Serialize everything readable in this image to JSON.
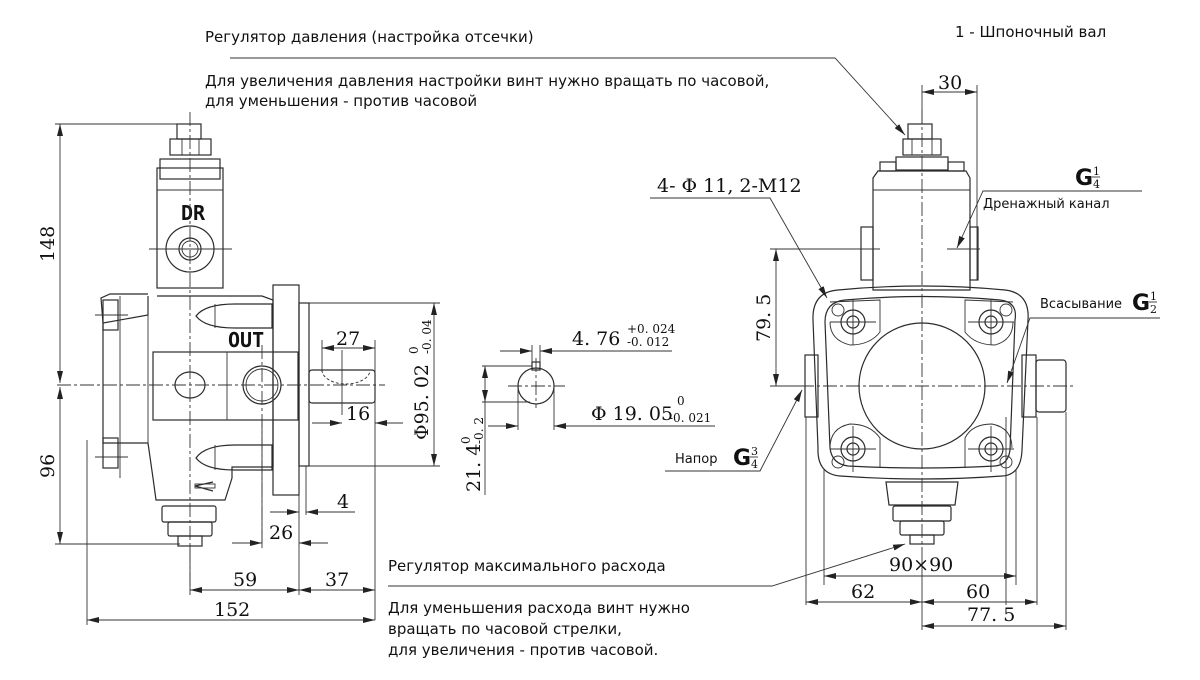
{
  "title_note": "1 - Шпоночный вал",
  "pressure_regulator": {
    "heading": "Регулятор давления (настройка отсечки)",
    "line1": "Для увеличения давления настройки винт нужно вращать по часовой,",
    "line2": "для уменьшения - против часовой"
  },
  "flow_regulator": {
    "heading": "Регулятор максимального расхода",
    "line1": "Для уменьшения расхода винт нужно",
    "line2": "вращать по часовой стрелки,",
    "line3": "для увеличения - против часовой."
  },
  "side_view": {
    "port_dr": "DR",
    "port_out": "OUT",
    "dims": {
      "height_top": "148",
      "height_bottom": "96",
      "key_length": "27",
      "key_offset": "16",
      "flange_thickness": "4",
      "pilot_length": "26",
      "body_to_flange": "59",
      "shaft_length": "37",
      "overall_length": "152"
    },
    "pilot_diameter": {
      "base": "Φ95. 02",
      "upper_tol": "0",
      "lower_tol": "-0. 04"
    }
  },
  "shaft_section": {
    "key_width": {
      "base": "4. 76",
      "upper_tol": "+0. 024",
      "lower_tol": "-0. 012"
    },
    "key_height": {
      "base": "21. 4",
      "upper_tol": "0",
      "lower_tol": "-0. 2"
    },
    "shaft_diameter": {
      "base": "Φ 19. 05",
      "upper_tol": "0",
      "lower_tol": "-0. 021"
    }
  },
  "front_view": {
    "dims": {
      "top_offset": "30",
      "center_height": "79. 5",
      "bolt_square": "90×90",
      "left_width": "62",
      "right_width": "60",
      "right_total": "77. 5"
    },
    "holes_callout": "4- Φ 11, 2-M12",
    "drain": {
      "letter": "G",
      "num": "1",
      "den": "4",
      "label": "Дренажный канал"
    },
    "suction": {
      "label": "Всасывание",
      "letter": "G",
      "num": "1",
      "den": "2"
    },
    "pressure": {
      "label": "Напор",
      "letter": "G",
      "num": "3",
      "den": "4"
    }
  }
}
